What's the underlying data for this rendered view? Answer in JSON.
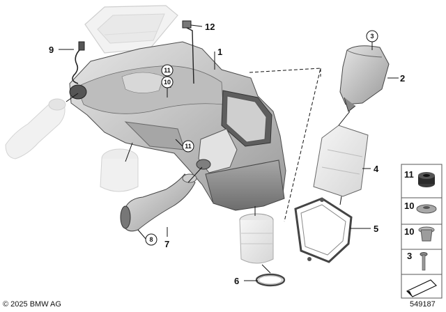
{
  "diagram_id": "549187",
  "copyright": "© 2025 BMW AG",
  "callouts": {
    "c1": "1",
    "c2": "2",
    "c3": "3",
    "c4": "4",
    "c5": "5",
    "c6": "6",
    "c7": "7",
    "c8": "8",
    "c9": "9",
    "c10": "10",
    "c11": "11",
    "c12": "12"
  },
  "legend": {
    "items": [
      {
        "label": "11"
      },
      {
        "label": "10"
      },
      {
        "label": "10"
      },
      {
        "label": "3"
      }
    ]
  },
  "colors": {
    "part_fill": "#d9d9d9",
    "part_dark": "#8f8f8f",
    "ghost_fill": "#eeeeee",
    "line": "#111111",
    "box_border": "#555555"
  }
}
